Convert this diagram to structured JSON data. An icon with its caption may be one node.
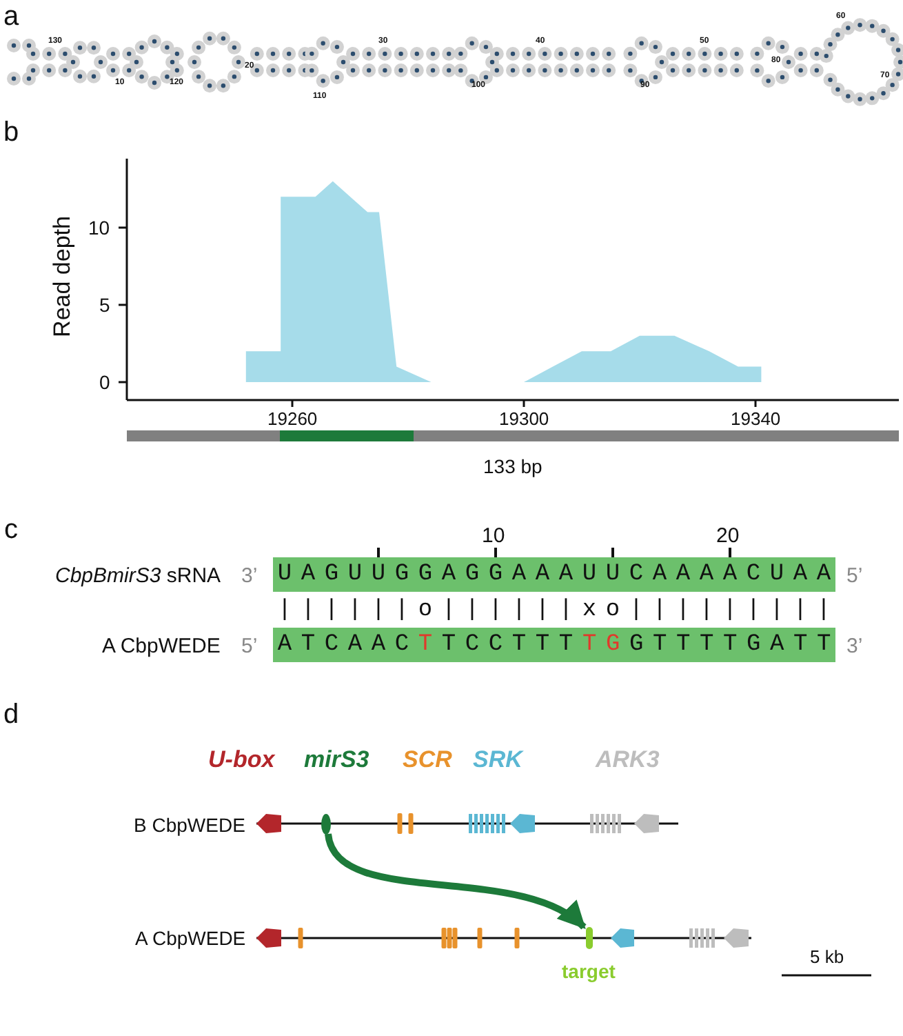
{
  "diagram": {
    "nodes": [
      {
        "text": [],
        "shape": "bar"
      },
      {
        "text": [],
        "shape": "bar",
        "beside": [
          "target"
        ]
      }
    ],
    "edges": [
      {
        "from": 0,
        "to": 1,
        "arrow": "to"
      }
    ],
    "labels": [
      "a",
      "130",
      "10",
      "120",
      "20",
      "110",
      "30",
      "100",
      "40",
      "90",
      "50",
      "80",
      "60",
      "70",
      "b",
      "Read depth",
      "10",
      "5",
      "0",
      "19260",
      "19300",
      "19340",
      "133 bp",
      "c",
      "10",
      "20",
      "*CbpBmirS3* sRNA",
      "3’",
      "UAGUUGGAGGAAAUUCAAAACUAA",
      "5’",
      "||||||o||||||xo|||||||||",
      "A CbpWEDE",
      "5’",
      "ATCAACTTCCTTTTGGTTTTGATT",
      "3’",
      "d",
      "U-box",
      "mirS3",
      "SCR",
      "SRK",
      "ARK3",
      "B CbpWEDE",
      "A CbpWEDE",
      "5 kb"
    ]
  }
}
